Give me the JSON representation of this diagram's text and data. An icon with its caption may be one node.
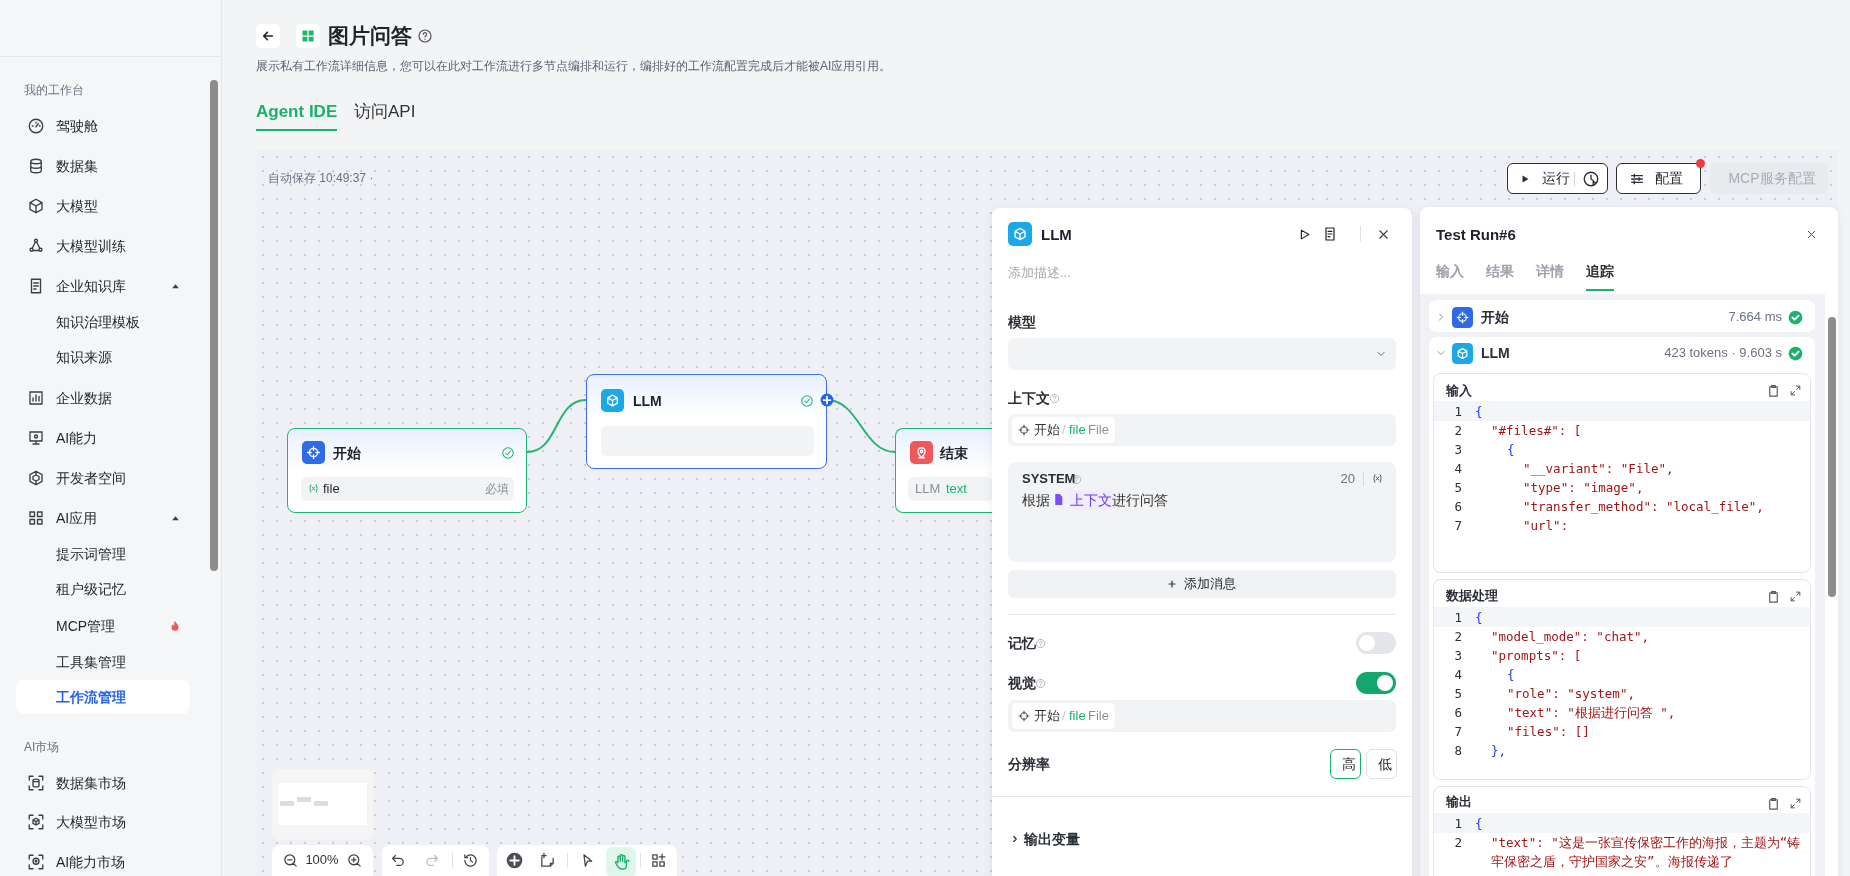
{
  "diagram": {
    "title": "图片问答",
    "nodes": [
      {
        "text": [
          "开始",
          "file",
          "必填"
        ]
      },
      {
        "text": [
          "LLM"
        ]
      },
      {
        "text": [
          "结束",
          "LLM",
          "text"
        ]
      }
    ],
    "edges": [
      {
        "from": 0,
        "to": 1,
        "arrow": "none"
      },
      {
        "from": 1,
        "to": 2,
        "arrow": "none"
      }
    ],
    "labels": [
      "我的工作台",
      "驾驶舱",
      "数据集",
      "大模型",
      "大模型训练",
      "企业知识库",
      "知识治理模板",
      "知识来源",
      "企业数据",
      "AI能力",
      "开发者空间",
      "AI应用",
      "提示词管理",
      "租户级记忆",
      "MCP管理",
      "工具集管理",
      "工作流管理",
      "AI市场",
      "数据集市场",
      "大模型市场",
      "AI能力市场",
      "展示私有工作流详细信息，您可以在此对工作流进行多节点编排和运行，编排好的工作流配置完成后才能被AI应用引用。",
      "Agent IDE",
      "访问API",
      "自动保存 10:49:37 ·",
      "运行",
      "配置",
      "MCP服务配置",
      "LLM",
      "添加描述...",
      "模型",
      "上下文",
      "开始",
      "/",
      "file",
      "File",
      "SYSTEM",
      "20",
      "根据",
      "上下文",
      "进行问答",
      "添加消息",
      "记忆",
      "视觉",
      "开始",
      "/",
      "file",
      "File",
      "分辨率",
      "高",
      "低",
      "输出变量",
      "Test Run#6",
      "输入",
      "结果",
      "详情",
      "追踪",
      "开始",
      "7.664 ms",
      "LLM",
      "423 tokens · 9.603 s",
      "输入",
      "1",
      "{",
      "2",
      "\"#files#\": [",
      "3",
      "{",
      "4",
      "\"__variant\": \"File\",",
      "5",
      "\"type\": \"image\",",
      "6",
      "\"transfer_method\": \"local_file\",",
      "7",
      "\"url\":",
      "数据处理",
      "1",
      "{",
      "2",
      "\"model_mode\": \"chat\",",
      "3",
      "\"prompts\": [",
      "4",
      "{",
      "5",
      "\"role\": \"system\",",
      "6",
      "\"text\": \"根据进行问答 \",",
      "7",
      "\"files\": []",
      "8",
      "},",
      "输出",
      "1",
      "{",
      "2",
      "\"text\": \"这是一张宣传保密工作的海报，主题为“铸牢保密之盾，守护国家之安”。海报传递了",
      "100%"
    ]
  }
}
